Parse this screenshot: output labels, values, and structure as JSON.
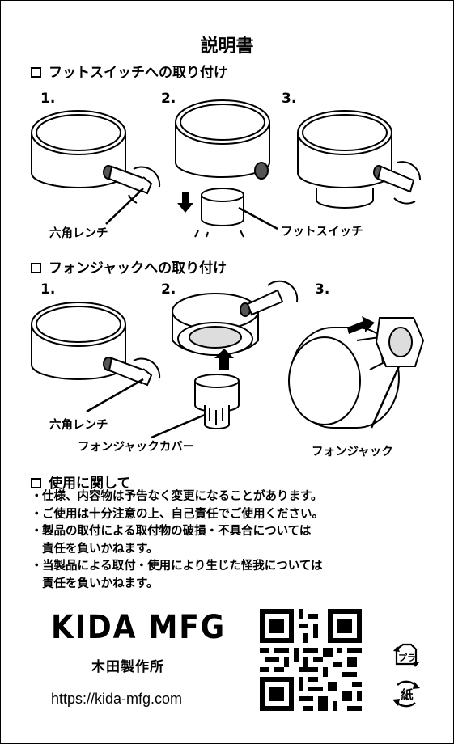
{
  "title": "説明書",
  "sections": {
    "footswitch": {
      "heading": "フットスイッチへの取り付け",
      "steps": [
        "1.",
        "2.",
        "3."
      ],
      "label_hex_wrench": "六角レンチ",
      "label_footswitch": "フットスイッチ"
    },
    "phonejack": {
      "heading": "フォンジャックへの取り付け",
      "steps": [
        "1.",
        "2.",
        "3."
      ],
      "label_hex_wrench": "六角レンチ",
      "label_cover": "フォンジャックカバー",
      "label_phonejack": "フォンジャック"
    },
    "usage": {
      "heading": "使用に関して",
      "notes": [
        [
          "仕様、内容物は予告なく変更になることがあります。"
        ],
        [
          "ご使用は十分注意の上、自己責任でご使用ください。"
        ],
        [
          "製品の取付による取付物の破損・不具合については",
          "責任を負いかねます。"
        ],
        [
          "当製品による取付・使用により生じた怪我については",
          "責任を負いかねます。"
        ]
      ]
    }
  },
  "footer": {
    "brand": "KIDA MFG",
    "brand_jp": "木田製作所",
    "url": "https://kida-mfg.com",
    "recycle_plastic": "プラ",
    "recycle_paper": "紙"
  },
  "icons": [
    "checkbox-icon",
    "arrow-icon",
    "qr-code-icon",
    "recycle-plastic-icon",
    "recycle-paper-icon"
  ]
}
